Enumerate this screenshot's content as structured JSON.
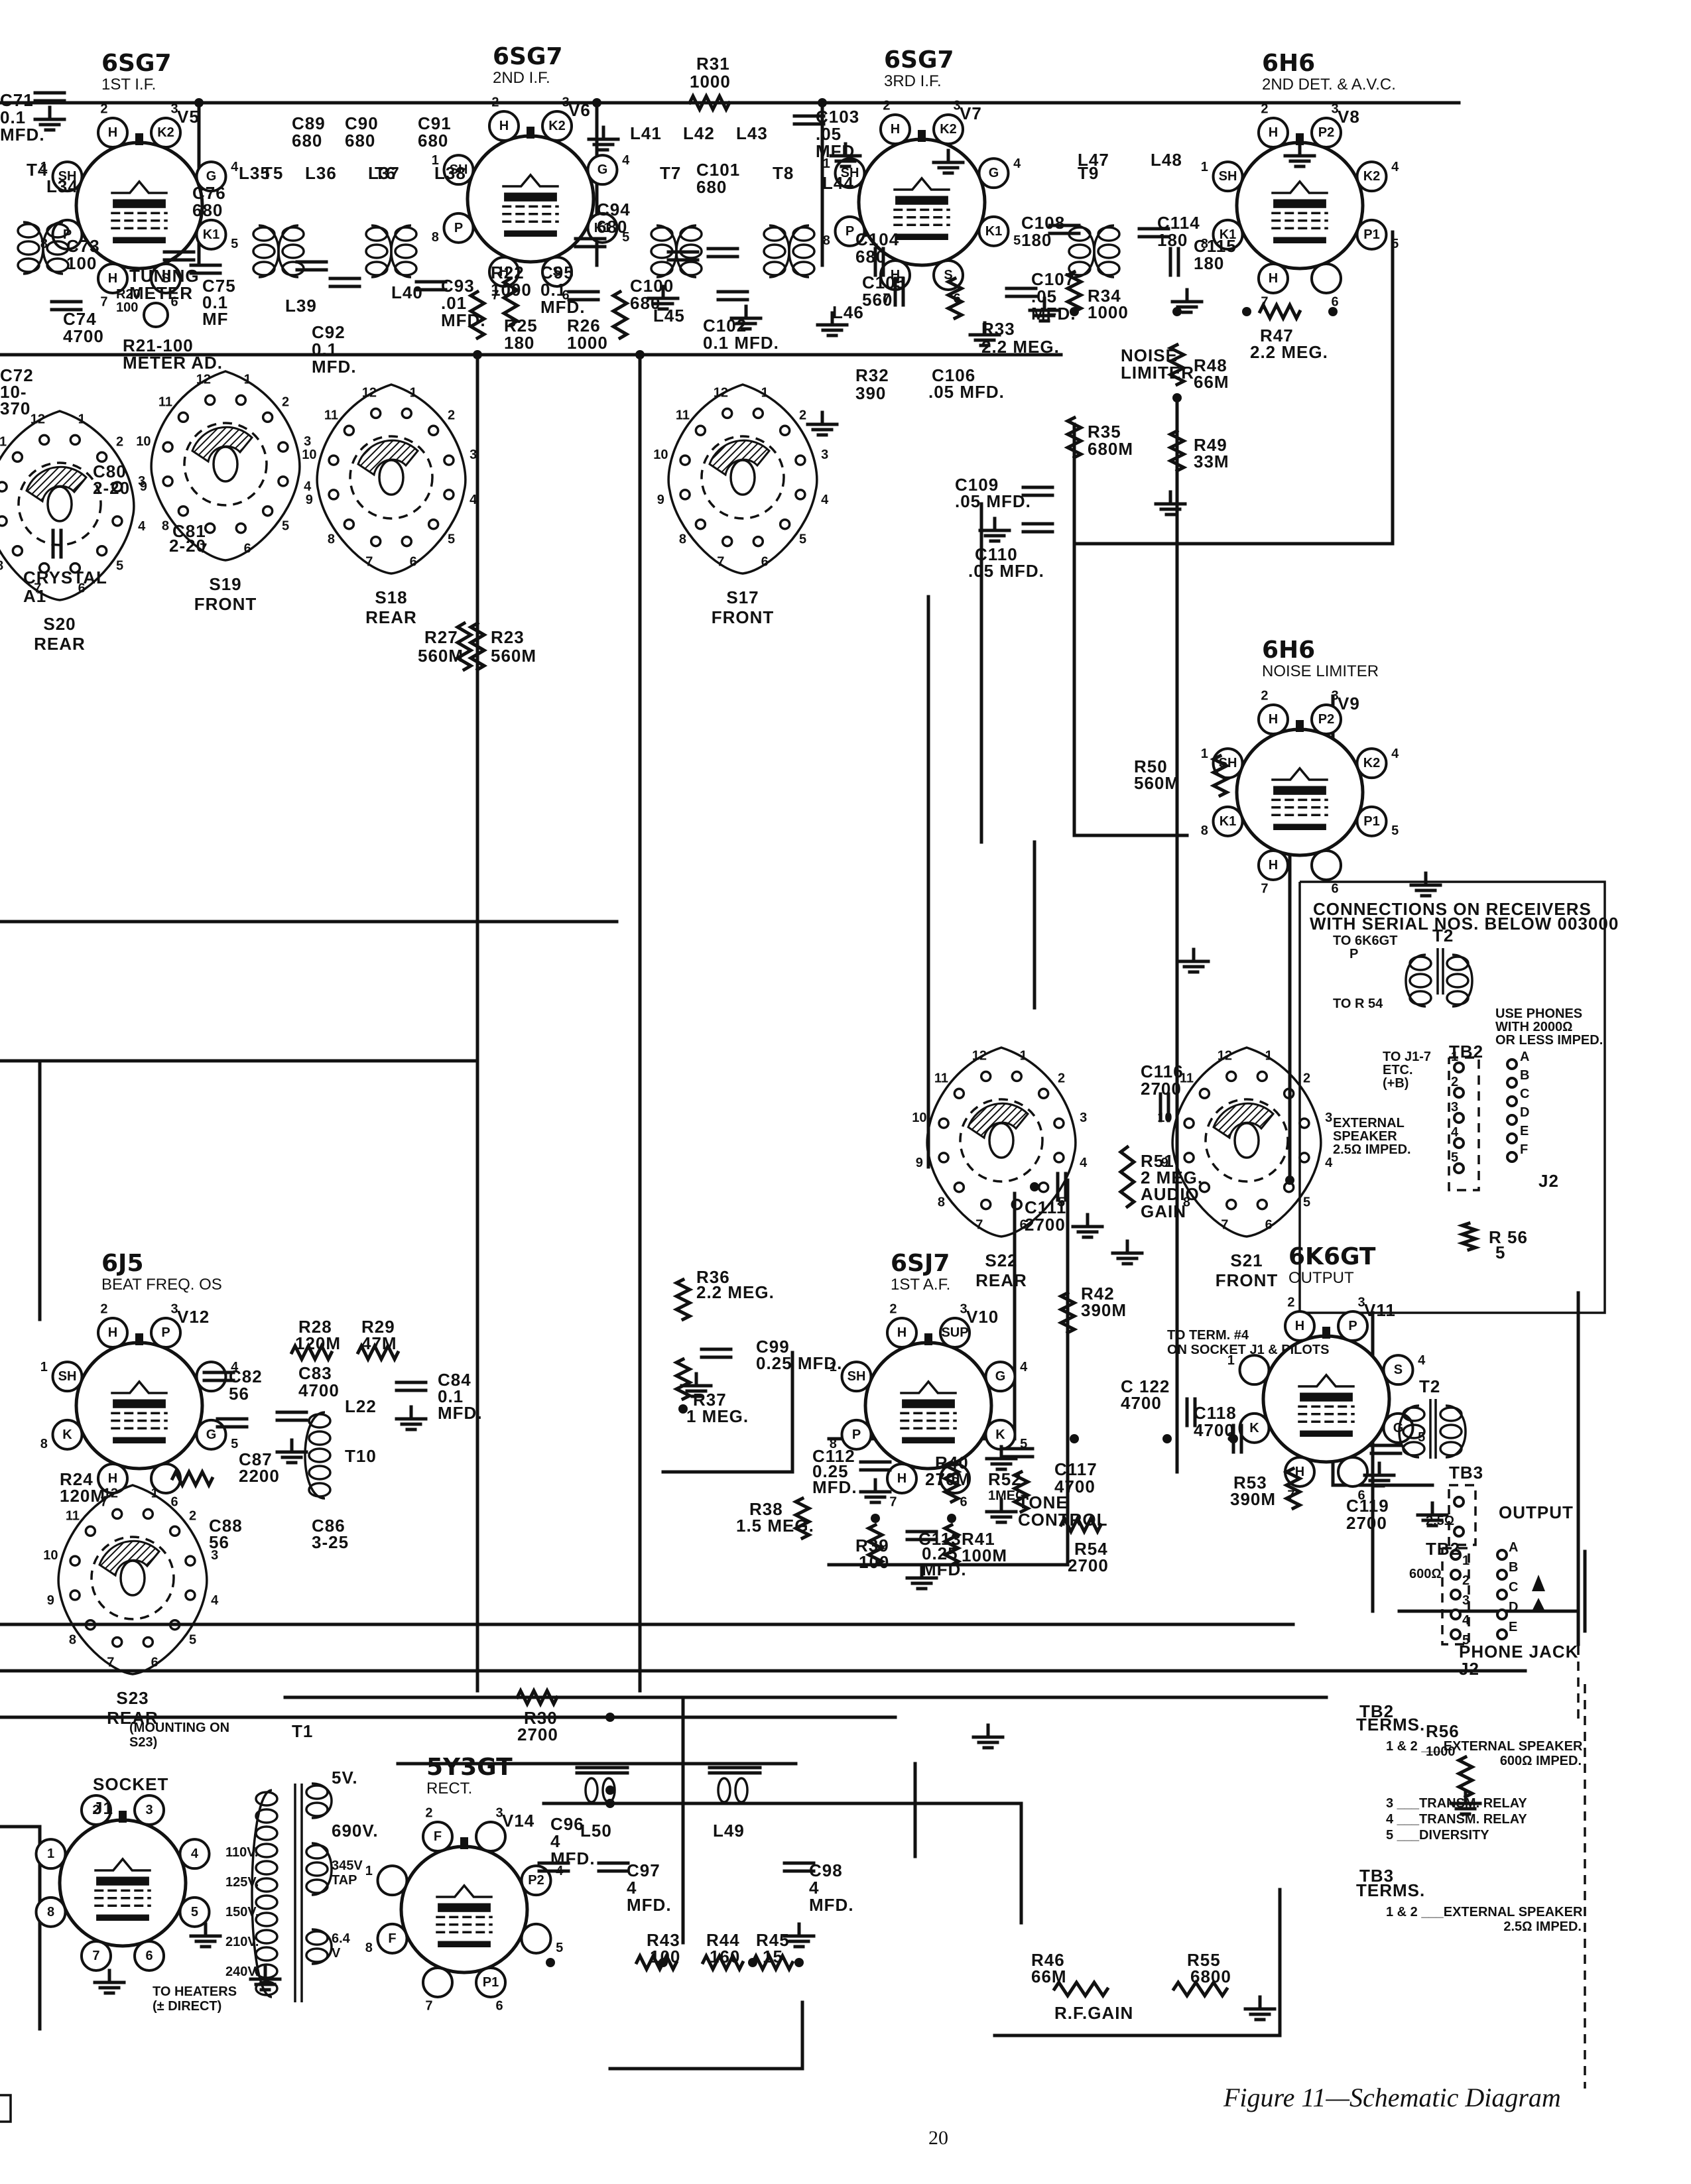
{
  "figure": {
    "caption": "Figure 11—Schematic Diagram",
    "page_number": "20"
  },
  "tubes": [
    {
      "id": "V5",
      "type": "6SG7",
      "function": "1ST I.F.",
      "pins": [
        [
          "8",
          "P"
        ],
        [
          "1",
          "SH"
        ],
        [
          "2",
          "H"
        ],
        [
          "3",
          "K2"
        ],
        [
          "4",
          "G"
        ],
        [
          "5",
          "K1"
        ],
        [
          "6",
          "S"
        ],
        [
          "7",
          "H"
        ]
      ]
    },
    {
      "id": "V6",
      "type": "6SG7",
      "function": "2ND I.F.",
      "pins": [
        [
          "8",
          "P"
        ],
        [
          "1",
          "SH"
        ],
        [
          "2",
          "H"
        ],
        [
          "3",
          "K2"
        ],
        [
          "4",
          "G"
        ],
        [
          "5",
          "K1"
        ],
        [
          "6",
          "S"
        ],
        [
          "7",
          "H"
        ]
      ]
    },
    {
      "id": "V7",
      "type": "6SG7",
      "function": "3RD I.F.",
      "pins": [
        [
          "8",
          "P"
        ],
        [
          "1",
          "SH"
        ],
        [
          "2",
          "H"
        ],
        [
          "3",
          "K2"
        ],
        [
          "4",
          "G"
        ],
        [
          "5",
          "K1"
        ],
        [
          "6",
          "S"
        ],
        [
          "7",
          "H"
        ]
      ]
    },
    {
      "id": "V8",
      "type": "6H6",
      "function": "2ND DET. & A.V.C.",
      "pins": [
        [
          "8",
          "K1"
        ],
        [
          "1",
          "SH"
        ],
        [
          "2",
          "H"
        ],
        [
          "3",
          "P2"
        ],
        [
          "4",
          "K2"
        ],
        [
          "5",
          "P1"
        ],
        [
          "6",
          ""
        ],
        [
          "7",
          "H"
        ]
      ]
    },
    {
      "id": "V9",
      "type": "6H6",
      "function": "NOISE LIMITER",
      "pins": [
        [
          "8",
          "K1"
        ],
        [
          "1",
          "SH"
        ],
        [
          "2",
          "H"
        ],
        [
          "3",
          "P2"
        ],
        [
          "4",
          "K2"
        ],
        [
          "5",
          "P1"
        ],
        [
          "6",
          ""
        ],
        [
          "7",
          "H"
        ]
      ]
    },
    {
      "id": "V10",
      "type": "6SJ7",
      "function": "1ST A.F.",
      "pins": [
        [
          "8",
          "P"
        ],
        [
          "1",
          "SH"
        ],
        [
          "2",
          "H"
        ],
        [
          "3",
          "SUP"
        ],
        [
          "4",
          "G"
        ],
        [
          "5",
          "K"
        ],
        [
          "6",
          "S"
        ],
        [
          "7",
          "H"
        ]
      ]
    },
    {
      "id": "V11",
      "type": "6K6GT",
      "function": "OUTPUT",
      "pins": [
        [
          "8",
          "K"
        ],
        [
          "1",
          ""
        ],
        [
          "2",
          "H"
        ],
        [
          "3",
          "P"
        ],
        [
          "4",
          "S"
        ],
        [
          "5",
          "G"
        ],
        [
          "6",
          ""
        ],
        [
          "7",
          "H"
        ]
      ]
    },
    {
      "id": "V12",
      "type": "6J5",
      "function": "BEAT FREQ. OS",
      "pins": [
        [
          "8",
          "K"
        ],
        [
          "1",
          "SH"
        ],
        [
          "2",
          "H"
        ],
        [
          "3",
          "P"
        ],
        [
          "4",
          ""
        ],
        [
          "5",
          "G"
        ],
        [
          "6",
          ""
        ],
        [
          "7",
          "H"
        ]
      ]
    },
    {
      "id": "V14",
      "type": "5Y3GT",
      "function": "RECT.",
      "pins": [
        [
          "8",
          "F"
        ],
        [
          "1",
          ""
        ],
        [
          "2",
          "F"
        ],
        [
          "3",
          ""
        ],
        [
          "4",
          "P2"
        ],
        [
          "5",
          ""
        ],
        [
          "6",
          "P1"
        ],
        [
          "7",
          ""
        ]
      ]
    }
  ],
  "components": {
    "capacitors": [
      {
        "ref": "C71",
        "value": "0.1 MFD."
      },
      {
        "ref": "C72",
        "value": "10-370"
      },
      {
        "ref": "C73",
        "value": "100"
      },
      {
        "ref": "C74",
        "value": "4700"
      },
      {
        "ref": "C75",
        "value": "0.1 MFD."
      },
      {
        "ref": "C76",
        "value": "680"
      },
      {
        "ref": "C80",
        "value": "2-20"
      },
      {
        "ref": "C81",
        "value": "2-20"
      },
      {
        "ref": "C82",
        "value": "56"
      },
      {
        "ref": "C83",
        "value": "4700"
      },
      {
        "ref": "C84",
        "value": "0.1 MFD."
      },
      {
        "ref": "C86",
        "value": "3-25"
      },
      {
        "ref": "C87",
        "value": "2200"
      },
      {
        "ref": "C88",
        "value": "56"
      },
      {
        "ref": "C89",
        "value": "680"
      },
      {
        "ref": "C90",
        "value": "680"
      },
      {
        "ref": "C91",
        "value": "680"
      },
      {
        "ref": "C92",
        "value": "0.1 MFD."
      },
      {
        "ref": "C93",
        "value": ".01 MFD."
      },
      {
        "ref": "C94",
        "value": "680"
      },
      {
        "ref": "C95",
        "value": "0.1 MFD."
      },
      {
        "ref": "C96",
        "value": "4 MFD."
      },
      {
        "ref": "C97",
        "value": "4 MFD."
      },
      {
        "ref": "C98",
        "value": "4 MFD."
      },
      {
        "ref": "C99",
        "value": "0.25 MFD."
      },
      {
        "ref": "C100",
        "value": "680"
      },
      {
        "ref": "C101",
        "value": "680"
      },
      {
        "ref": "C102",
        "value": "0.1 MFD."
      },
      {
        "ref": "C103",
        "value": ".05 MFD."
      },
      {
        "ref": "C104",
        "value": "680"
      },
      {
        "ref": "C105",
        "value": "560"
      },
      {
        "ref": "C106",
        "value": ".05 MFD."
      },
      {
        "ref": "C107",
        "value": ".05 MFD."
      },
      {
        "ref": "C108",
        "value": "180"
      },
      {
        "ref": "C109",
        "value": ".05 MFD."
      },
      {
        "ref": "C110",
        "value": ".05 MFD."
      },
      {
        "ref": "C111",
        "value": "2700"
      },
      {
        "ref": "C112",
        "value": "0.25 MFD."
      },
      {
        "ref": "C113",
        "value": "0.25 MFD."
      },
      {
        "ref": "C114",
        "value": "180"
      },
      {
        "ref": "C115",
        "value": "180"
      },
      {
        "ref": "C116",
        "value": "2700"
      },
      {
        "ref": "C117",
        "value": "4700"
      },
      {
        "ref": "C118",
        "value": "4700"
      },
      {
        "ref": "C119",
        "value": "2700"
      },
      {
        "ref": "C122",
        "value": "4700"
      }
    ],
    "resistors": [
      {
        "ref": "R20",
        "value": "100"
      },
      {
        "ref": "R21",
        "value": "100 METER AD."
      },
      {
        "ref": "R22",
        "value": "1000"
      },
      {
        "ref": "R23",
        "value": "560M"
      },
      {
        "ref": "R24",
        "value": "120M"
      },
      {
        "ref": "R25",
        "value": "180"
      },
      {
        "ref": "R26",
        "value": "1000"
      },
      {
        "ref": "R27",
        "value": "560M"
      },
      {
        "ref": "R28",
        "value": "120M"
      },
      {
        "ref": "R29",
        "value": "47M"
      },
      {
        "ref": "R30",
        "value": "2700"
      },
      {
        "ref": "R31",
        "value": "1000"
      },
      {
        "ref": "R32",
        "value": "390"
      },
      {
        "ref": "R33",
        "value": "2.2 MEG."
      },
      {
        "ref": "R34",
        "value": "1000"
      },
      {
        "ref": "R35",
        "value": "680M"
      },
      {
        "ref": "R36",
        "value": "2.2 MEG."
      },
      {
        "ref": "R37",
        "value": "1 MEG."
      },
      {
        "ref": "R38",
        "value": "1.5 MEG."
      },
      {
        "ref": "R39",
        "value": "100"
      },
      {
        "ref": "R40",
        "value": "270M"
      },
      {
        "ref": "R41",
        "value": "100M"
      },
      {
        "ref": "R42",
        "value": "390M"
      },
      {
        "ref": "R43",
        "value": "100"
      },
      {
        "ref": "R44",
        "value": "160"
      },
      {
        "ref": "R45",
        "value": "15"
      },
      {
        "ref": "R46",
        "value": "66M R.F. GAIN"
      },
      {
        "ref": "R47",
        "value": "2.2 MEG."
      },
      {
        "ref": "R48",
        "value": "66M NOISE LIMITER"
      },
      {
        "ref": "R49",
        "value": "33M"
      },
      {
        "ref": "R50",
        "value": "560M"
      },
      {
        "ref": "R51",
        "value": "2 MEG. AUDIO GAIN"
      },
      {
        "ref": "R52",
        "value": "1 MEG. TONE CONTROL"
      },
      {
        "ref": "R53",
        "value": "390M"
      },
      {
        "ref": "R54",
        "value": "2700"
      },
      {
        "ref": "R55",
        "value": "6800"
      },
      {
        "ref": "R56",
        "value": "1000"
      }
    ],
    "inductors": [
      "L34",
      "L35",
      "L36",
      "L37",
      "L38",
      "L39",
      "L40",
      "L41",
      "L42",
      "L43",
      "L44",
      "L45",
      "L46",
      "L47",
      "L48",
      "L49",
      "L50",
      "L22"
    ],
    "transformers": [
      "T1",
      "T2",
      "T4",
      "T5",
      "T6",
      "T7",
      "T8",
      "T9",
      "T10"
    ],
    "switches": [
      {
        "ref": "S17",
        "label": "FRONT"
      },
      {
        "ref": "S18",
        "label": "REAR"
      },
      {
        "ref": "S19",
        "label": "FRONT"
      },
      {
        "ref": "S20",
        "label": "REAR"
      },
      {
        "ref": "S21",
        "label": "FRONT"
      },
      {
        "ref": "S22",
        "label": "REAR"
      },
      {
        "ref": "S23",
        "label": "REAR"
      }
    ]
  },
  "labels": {
    "tuning_meter": "TUNING METER",
    "crystal": "CRYSTAL A1",
    "noise_limiter": "NOISE LIMITER",
    "rf_gain": "R.F.GAIN",
    "audio_gain": "AUDIO GAIN",
    "tone_control": "TONE CONTROL",
    "to_term4": "TO TERM. #4 ON SOCKET J1 & PILOTS",
    "socket": "SOCKET J1",
    "mounting": "(MOUNTING ON S23)",
    "to_heaters": "TO HEATERS (± DIRECT)",
    "t1_taps": [
      "5V.",
      "690V.",
      "345V TAP",
      "6.4 V",
      "110V.",
      "125V.",
      "150V.",
      "210V.",
      "240V."
    ],
    "output": "OUTPUT",
    "phone_jack": "PHONE JACK J2",
    "tb2": "TB2",
    "tb3": "TB3",
    "ohm_600": "600Ω",
    "ohm_25": "2.5Ω"
  },
  "inset": {
    "title_line1": "CONNECTIONS ON RECEIVERS",
    "title_line2": "WITH SERIAL NOS. BELOW 003000",
    "to_6k6gt": "TO 6K6GT",
    "p": "P",
    "to_r54": "TO R 54",
    "to_j17": "TO J1-7",
    "etc": "ETC.",
    "plus_b": "(+B)",
    "use_phones": [
      "USE PHONES",
      "WITH 2000Ω",
      "OR LESS IMPED."
    ],
    "ext_speaker": [
      "EXTERNAL",
      "SPEAKER",
      "2.5Ω IMPED."
    ],
    "tb2": "TB2",
    "j2": "J2",
    "t2": "T2",
    "r56": "R 56",
    "r56_value": "5"
  },
  "legend": {
    "tb2_title": "TB2",
    "tb2_sub": "TERMS.",
    "tb2_rows": [
      {
        "term": "1 & 2",
        "desc": "EXTERNAL SPEAKER",
        "desc2": "600Ω IMPED."
      },
      {
        "term": "3",
        "desc": "TRANSM. RELAY",
        "desc2": ""
      },
      {
        "term": "4",
        "desc": "TRANSM. RELAY",
        "desc2": ""
      },
      {
        "term": "5",
        "desc": "DIVERSITY",
        "desc2": ""
      }
    ],
    "tb3_title": "TB3",
    "tb3_sub": "TERMS.",
    "tb3_rows": [
      {
        "term": "1 & 2",
        "desc": "EXTERNAL SPEAKER",
        "desc2": "2.5Ω IMPED."
      }
    ]
  }
}
